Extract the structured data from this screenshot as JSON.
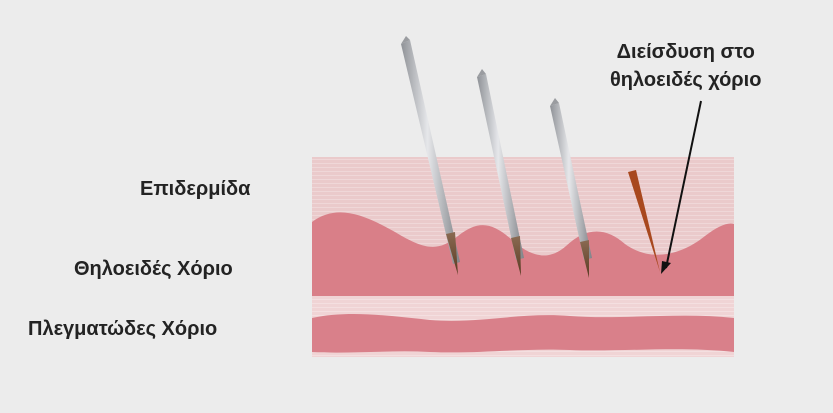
{
  "diagram": {
    "layers": {
      "epidermis": "Επιδερμίδα",
      "papillary_dermis": "Θηλοειδές Χόριο",
      "reticular_dermis": "Πλεγματώδες Χόριο"
    },
    "annotation": {
      "line1": "Διείσδυση στο",
      "line2": "θηλοειδές χόριο"
    },
    "needle_count": 3
  },
  "colors": {
    "background": "#ececec",
    "epidermis": "#eacacb",
    "papillary_dermis": "#d97f88",
    "reticular_dermis": "#d9808a",
    "needle": "#b5b8bd",
    "penetration_mark": "#a8481e",
    "text": "#232323"
  }
}
